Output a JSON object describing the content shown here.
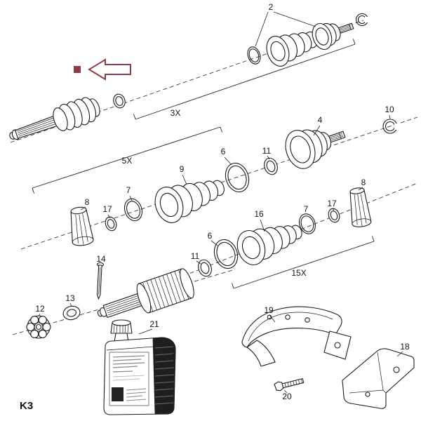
{
  "diagram": {
    "marker_color": "#8e3b47",
    "page_code": "K3",
    "callouts": {
      "part_2": "2",
      "qty_top": "3X",
      "part_4": "4",
      "part_10": "10",
      "qty_middle": "5X",
      "part_6_upper": "6",
      "part_11_upper": "11",
      "part_9": "9",
      "part_7_upper": "7",
      "part_17_left": "17",
      "part_8_left": "8",
      "part_8_right": "8",
      "part_17_right": "17",
      "part_7_lower": "7",
      "part_16": "16",
      "part_6_lower": "6",
      "part_11_lower": "11",
      "qty_lower": "15X",
      "part_14": "14",
      "part_13": "13",
      "part_12": "12",
      "part_21": "21",
      "part_19": "19",
      "part_18": "18",
      "part_20": "20"
    }
  }
}
